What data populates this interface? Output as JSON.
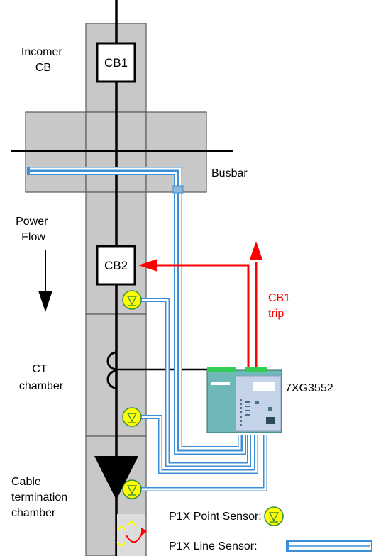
{
  "labels": {
    "incomer_line1": "Incomer",
    "incomer_line2": "CB",
    "cb1": "CB1",
    "cb2": "CB2",
    "busbar": "Busbar",
    "power_flow_line1": "Power",
    "power_flow_line2": "Flow",
    "cb1_trip_line1": "CB1",
    "cb1_trip_line2": "trip",
    "ct_line1": "CT",
    "ct_line2": "chamber",
    "relay": "7XG3552",
    "cable_line1": "Cable",
    "cable_line2": "termination",
    "cable_line3": "chamber"
  },
  "legend": {
    "point_sensor": "P1X Point Sensor:",
    "line_sensor": "P1X Line Sensor:"
  },
  "colors": {
    "cabinet_fill": "#c8c8c8",
    "cabinet_stroke": "#5a5a5a",
    "trip_red": "#ff0000",
    "sensor_yellow": "#ffff00",
    "sensor_green": "#3b8f3b",
    "fibre_blue": "#3c8fd6",
    "relay_teal": "#6fb8b8",
    "relay_panel": "#c5d3e8",
    "relay_terminal": "#33cc55"
  },
  "icons": {
    "point_sensor": "point-sensor-triangle-icon",
    "line_sensor": "line-sensor-fibre-icon",
    "arc_flash": "arc-flash-icon"
  }
}
